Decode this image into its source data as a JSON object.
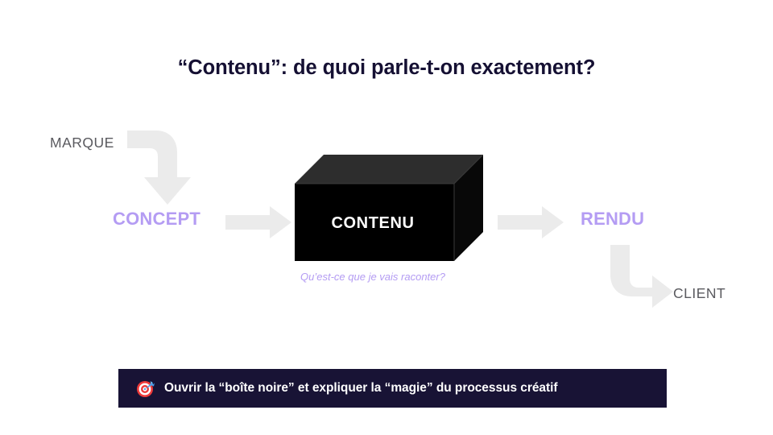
{
  "slide": {
    "title": "“Contenu”: de quoi parle-t-on exactement?",
    "background_color": "#ffffff"
  },
  "colors": {
    "title_text": "#151033",
    "outer_stage_text": "#5a5a5f",
    "inner_stage_text": "#b49cf3",
    "arrow_fill": "#ebebeb",
    "box_front": "#000000",
    "box_top": "#2d2d2d",
    "box_side": "#070707",
    "banner_background": "#181335",
    "banner_text": "#ffffff"
  },
  "diagram": {
    "type": "process-flow",
    "stages": [
      {
        "id": "marque",
        "label": "MARQUE",
        "style": "outer"
      },
      {
        "id": "concept",
        "label": "CONCEPT",
        "style": "inner"
      },
      {
        "id": "contenu",
        "label": "CONTENU",
        "style": "black-box"
      },
      {
        "id": "rendu",
        "label": "RENDU",
        "style": "inner"
      },
      {
        "id": "client",
        "label": "CLIENT",
        "style": "outer"
      }
    ],
    "box": {
      "label": "CONTENU",
      "caption": "Qu’est-ce que je vais raconter?"
    },
    "arrows": [
      {
        "id": "marque-to-concept",
        "shape": "elbow-down",
        "from": "marque",
        "to": "concept"
      },
      {
        "id": "concept-to-box",
        "shape": "straight-right",
        "from": "concept",
        "to": "contenu"
      },
      {
        "id": "box-to-rendu",
        "shape": "straight-right",
        "from": "contenu",
        "to": "rendu"
      },
      {
        "id": "rendu-to-client",
        "shape": "elbow-right",
        "from": "rendu",
        "to": "client"
      }
    ]
  },
  "banner": {
    "icon": "dart-target-icon",
    "text": "Ouvrir la “boîte noire” et expliquer la “magie” du processus créatif"
  }
}
